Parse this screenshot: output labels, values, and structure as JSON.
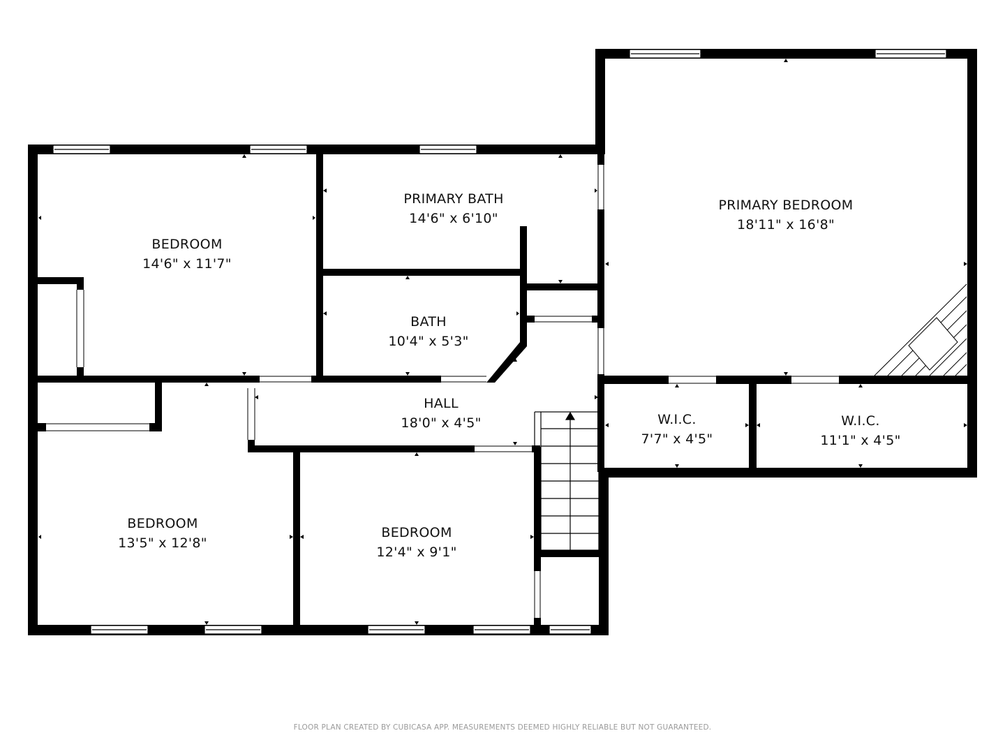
{
  "rooms": {
    "bedroom_nw": {
      "name": "BEDROOM",
      "dims": "14'6\" x 11'7\""
    },
    "primary_bath": {
      "name": "PRIMARY BATH",
      "dims": "14'6\" x 6'10\""
    },
    "primary_bedroom": {
      "name": "PRIMARY BEDROOM",
      "dims": "18'11\" x 16'8\""
    },
    "bath": {
      "name": "BATH",
      "dims": "10'4\" x 5'3\""
    },
    "hall": {
      "name": "HALL",
      "dims": "18'0\" x 4'5\""
    },
    "wic_left": {
      "name": "W.I.C.",
      "dims": "7'7\" x 4'5\""
    },
    "wic_right": {
      "name": "W.I.C.",
      "dims": "11'1\" x 4'5\""
    },
    "bedroom_sw": {
      "name": "BEDROOM",
      "dims": "13'5\" x 12'8\""
    },
    "bedroom_s": {
      "name": "BEDROOM",
      "dims": "12'4\" x 9'1\""
    }
  },
  "footer": {
    "disclaimer": "FLOOR PLAN CREATED BY CUBICASA APP. MEASUREMENTS DEEMED HIGHLY RELIABLE BUT NOT GUARANTEED."
  },
  "colors": {
    "wall": "#000000",
    "background": "#ffffff",
    "footer_text": "#9a9a9a"
  }
}
